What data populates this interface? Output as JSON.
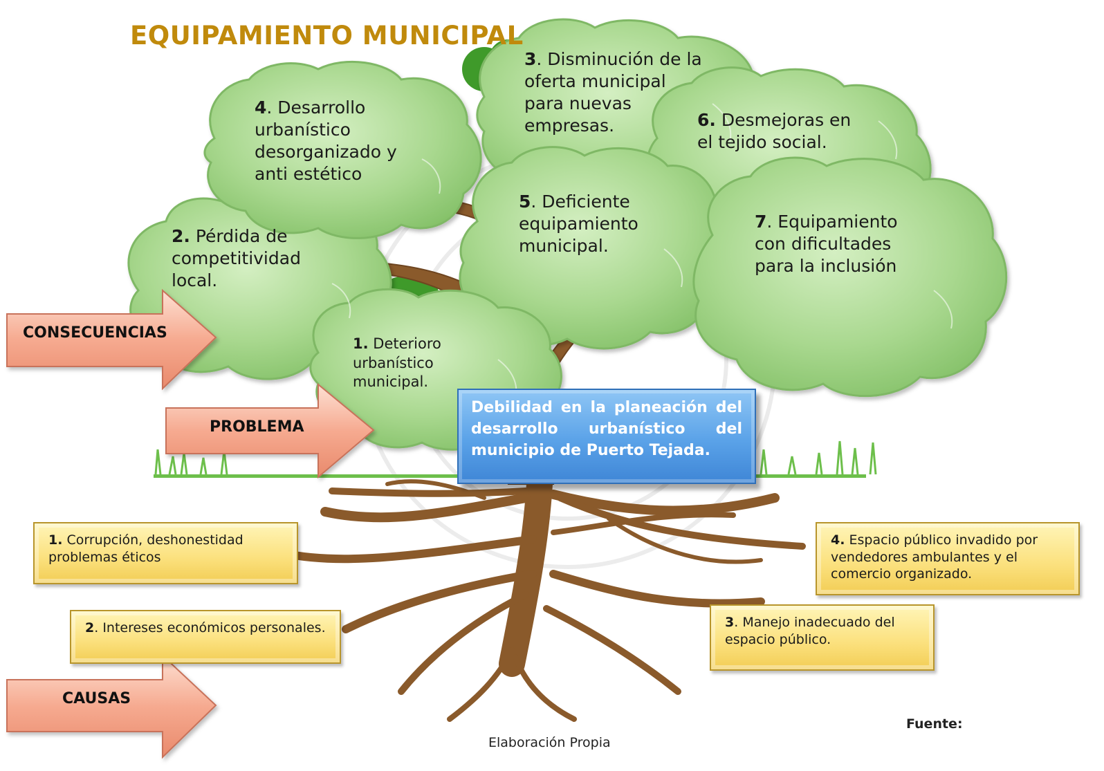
{
  "title": "EQUIPAMIENTO MUNICIPAL",
  "labels": {
    "consequences": "CONSECUENCIAS",
    "problem": "PROBLEMA",
    "causes": "CAUSAS"
  },
  "problem": "Debilidad en la planeación del desarrollo urbanístico del municipio de Puerto Tejada.",
  "consequences": [
    {
      "number": "1.",
      "text": " Deterioro urbanístico municipal."
    },
    {
      "number": "2.",
      "text": " Pérdida de competitividad local."
    },
    {
      "number": "3",
      "text": ". Disminución de la oferta municipal para nuevas empresas."
    },
    {
      "number": "4",
      "text": ". Desarrollo urbanístico desorganizado y anti estético"
    },
    {
      "number": "5",
      "text": ". Deficiente equipamiento municipal."
    },
    {
      "number": "6.",
      "text": " Desmejoras en el tejido social."
    },
    {
      "number": "7",
      "text": ". Equipamiento con dificultades para la inclusión"
    }
  ],
  "causes": [
    {
      "number": "1.",
      "text": " Corrupción, deshonestidad problemas éticos"
    },
    {
      "number": "2",
      "text": ". Intereses económicos personales."
    },
    {
      "number": "3",
      "text": ". Manejo inadecuado del espacio público."
    },
    {
      "number": "4.",
      "text": " Espacio público invadido por vendedores ambulantes y el comercio organizado."
    }
  ],
  "source_label": "Fuente:",
  "source_text": "Elaboración Propia",
  "colors": {
    "title": "#c08a0c",
    "cloud_fill": "#a9d88f",
    "cloud_stroke": "#7fb865",
    "trunk": "#8a5a2b",
    "problem_box": "#5aa2e8",
    "cause_box": "#fbe07c",
    "arrow": "#f4a38a",
    "grass": "#6dbf4b"
  }
}
